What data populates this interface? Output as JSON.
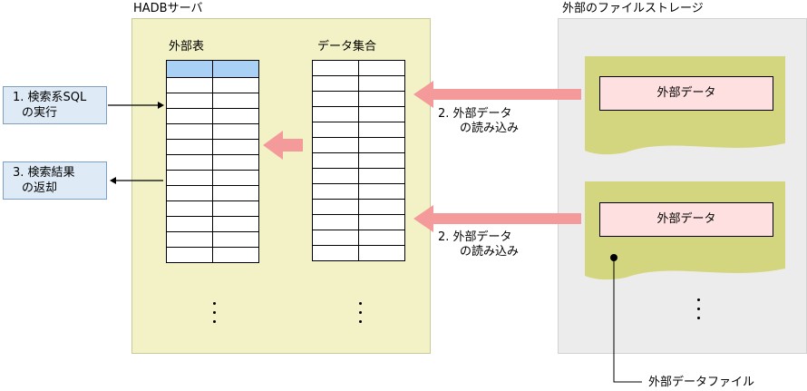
{
  "hadb": {
    "title": "HADBサーバ"
  },
  "storage": {
    "title": "外部のファイルストレージ"
  },
  "external_table": {
    "label": "外部表",
    "rows": 13,
    "cols": 2
  },
  "data_set": {
    "label": "データ集合",
    "rows": 13,
    "cols": 2
  },
  "steps": {
    "step1": [
      "1. 検索系SQL",
      "の実行"
    ],
    "step2a": [
      "2. 外部データ",
      "の読み込み"
    ],
    "step2b": [
      "2. 外部データ",
      "の読み込み"
    ],
    "step3": [
      "3. 検索結果",
      "の返却"
    ]
  },
  "files": [
    {
      "label": "外部データ"
    },
    {
      "label": "外部データ"
    }
  ],
  "file_callout": "外部データファイル",
  "colors": {
    "hadb_bg": "#f2f2c6",
    "storage_bg": "#ececec",
    "file_shape": "#d3d67e",
    "data_rect": "#ffe0e0",
    "arrow": "#f59a9a",
    "header_cell": "#a9d0f5",
    "step_box": "#deeaf6"
  }
}
